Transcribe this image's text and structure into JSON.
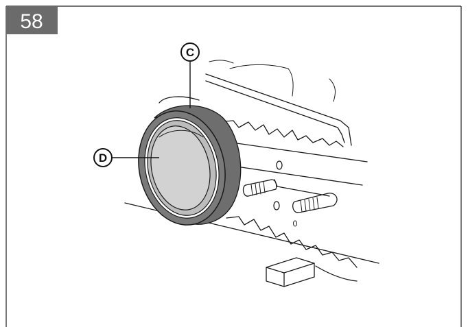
{
  "figure": {
    "step_number": "58",
    "callouts": {
      "c": "C",
      "d": "D"
    }
  },
  "colors": {
    "step_box": "#6b6b6b",
    "ring_outer": "#6e6e6e",
    "ring_inner": "#bdbdbd",
    "lens": "#d2d2d2"
  },
  "parts": [
    "seal-ring",
    "lens-cap",
    "bracket-pins",
    "block"
  ]
}
